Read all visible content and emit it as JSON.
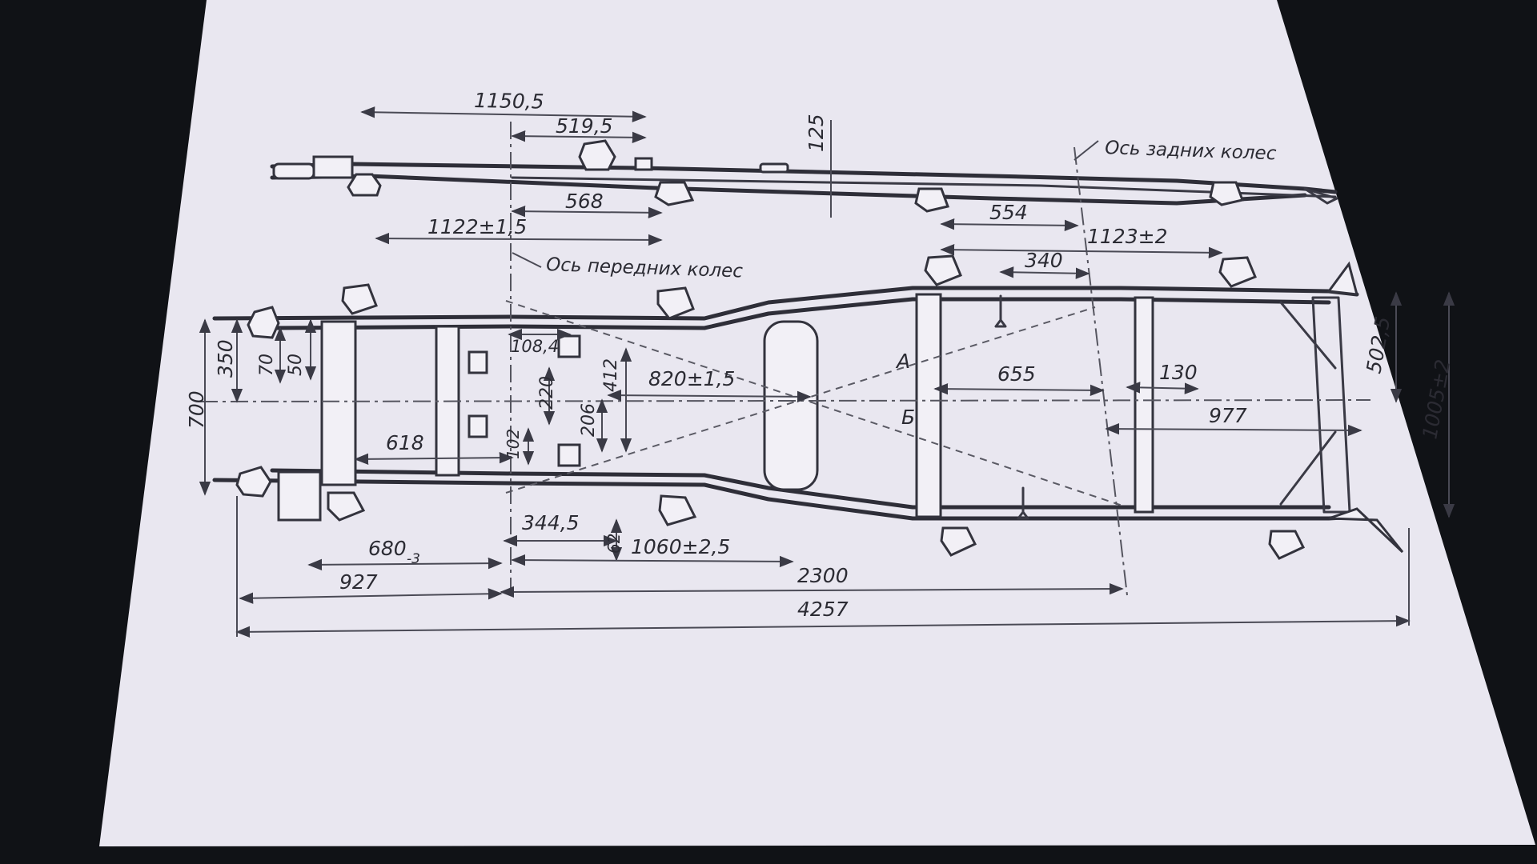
{
  "captions": {
    "rear_axle": "Ось задних колес",
    "front_axle": "Ось передних колес"
  },
  "points": {
    "a": "А",
    "b": "Б"
  },
  "dimensions": {
    "d1150_5": "1150,5",
    "d519_5": "519,5",
    "d125": "125",
    "d568": "568",
    "d1122": "1122±1,5",
    "d554": "554",
    "d1123": "1123±2",
    "d340": "340",
    "d108_4": "108,4",
    "d820": "820±1,5",
    "d655": "655",
    "d130": "130",
    "d502_5": "502,5",
    "d1005": "1005±2",
    "d977": "977",
    "d412": "412",
    "d206": "206",
    "d220": "220",
    "d102": "102",
    "d618": "618",
    "d350": "350",
    "d70": "70",
    "d50": "50",
    "d700": "700",
    "d344_5": "344,5",
    "d62": "62",
    "d1060": "1060±2,5",
    "d680": "680",
    "d680_tol": "-3",
    "d927": "927",
    "d2300": "2300",
    "d4257": "4257"
  },
  "colors": {
    "background": "#101216",
    "paper": "#e9e7f0",
    "ink": "#33333d"
  }
}
